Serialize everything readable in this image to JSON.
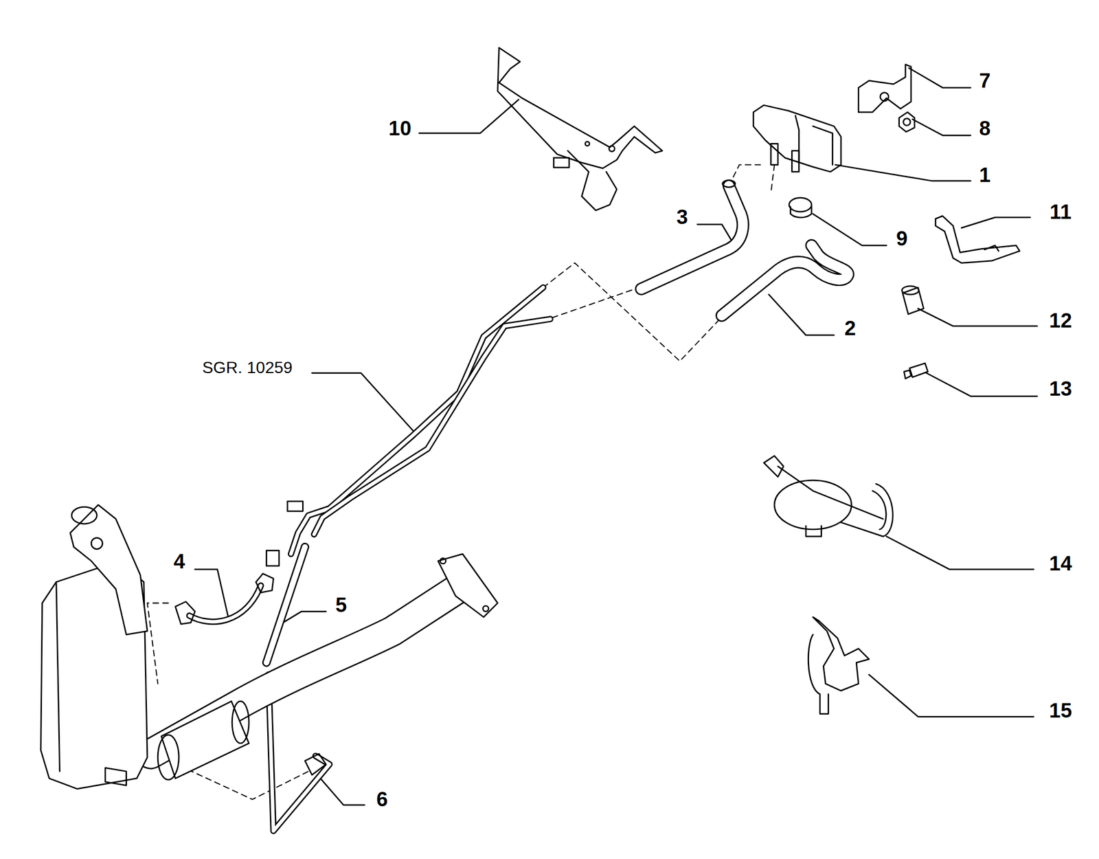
{
  "diagram": {
    "labels": [
      "10",
      "7",
      "8",
      "1",
      "3",
      "11",
      "9",
      "12",
      "2",
      "SGR. 10259",
      "13",
      "4",
      "14",
      "5",
      "6",
      "15"
    ]
  }
}
